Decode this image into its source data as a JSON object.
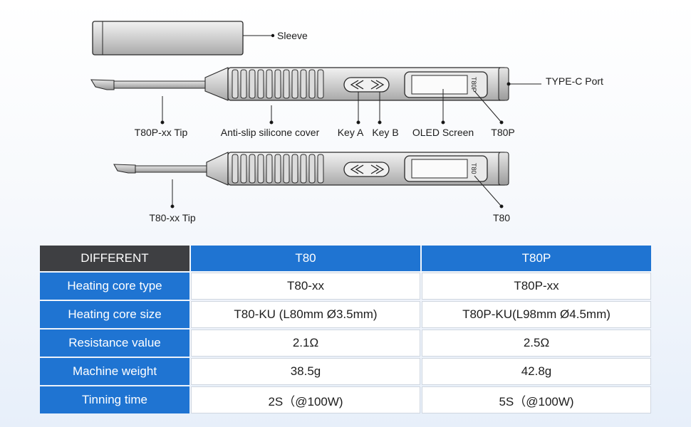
{
  "diagram": {
    "labels": {
      "sleeve": "Sleeve",
      "type_c_port": "TYPE-C Port",
      "t80p_tip": "T80P-xx Tip",
      "anti_slip": "Anti-slip silicone cover",
      "key_a": "Key A",
      "key_b": "Key B",
      "oled": "OLED Screen",
      "t80p": "T80P",
      "t80_tip": "T80-xx Tip",
      "t80": "T80"
    },
    "body_marks": {
      "t80p": "T80P",
      "t80": "T80"
    }
  },
  "table": {
    "header": [
      "DIFFERENT",
      "T80",
      "T80P"
    ],
    "rows": [
      {
        "label": "Heating core type",
        "t80": "T80-xx",
        "t80p": "T80P-xx"
      },
      {
        "label": "Heating core size",
        "t80": "T80-KU (L80mm Ø3.5mm)",
        "t80p": "T80P-KU(L98mm Ø4.5mm)"
      },
      {
        "label": "Resistance value",
        "t80": "2.1Ω",
        "t80p": "2.5Ω"
      },
      {
        "label": "Machine weight",
        "t80": "38.5g",
        "t80p": "42.8g"
      },
      {
        "label": "Tinning time",
        "t80": "2S（@100W)",
        "t80p": "5S（@100W)"
      }
    ]
  },
  "colors": {
    "header_dark": "#3e3f42",
    "header_blue": "#1f74d2",
    "iron_body": "#d9d9d9",
    "outline": "#2a2a2a"
  }
}
